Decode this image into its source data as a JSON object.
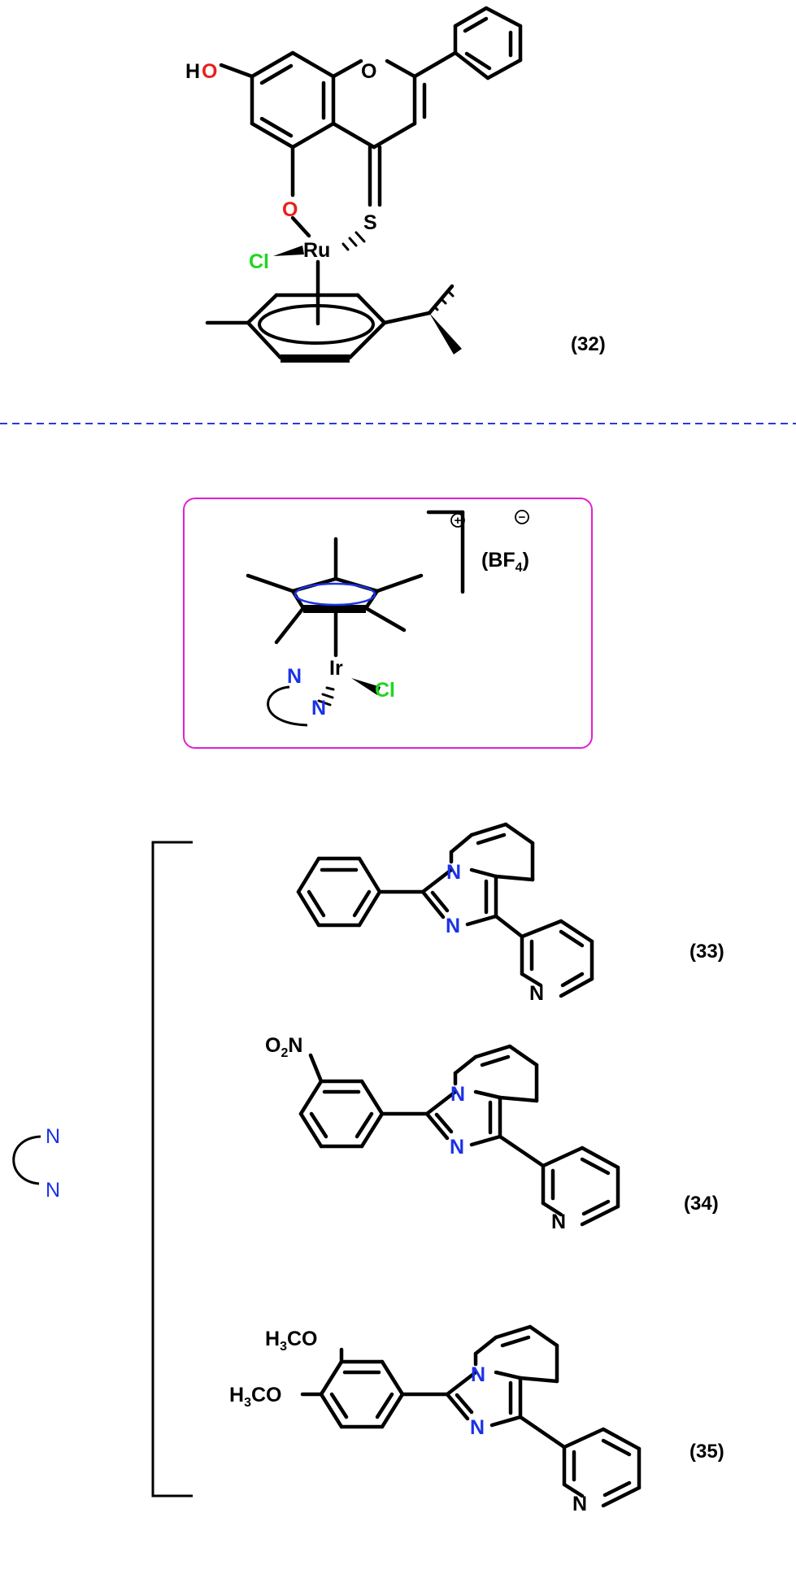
{
  "colors": {
    "bond": "#000000",
    "oxygen": "#e8201a",
    "nitrogen": "#1a32e6",
    "chlorine": "#1fd61f",
    "separator": "#2a3ad8",
    "frame": "#e020d0"
  },
  "atoms": {
    "H": "H",
    "O": "O",
    "S": "S",
    "Ru": "Ru",
    "Cl": "Cl",
    "Ir": "Ir",
    "N": "N",
    "N2": "N",
    "B": "B",
    "F": "F",
    "four": "4",
    "two": "2",
    "three": "3",
    "C": "C",
    "plus": "+",
    "minus": "−",
    "open_paren": "(",
    "close_paren": ")"
  },
  "labels": {
    "c32": "(32)",
    "c33": "(33)",
    "c34": "(34)",
    "c35": "(35)"
  }
}
